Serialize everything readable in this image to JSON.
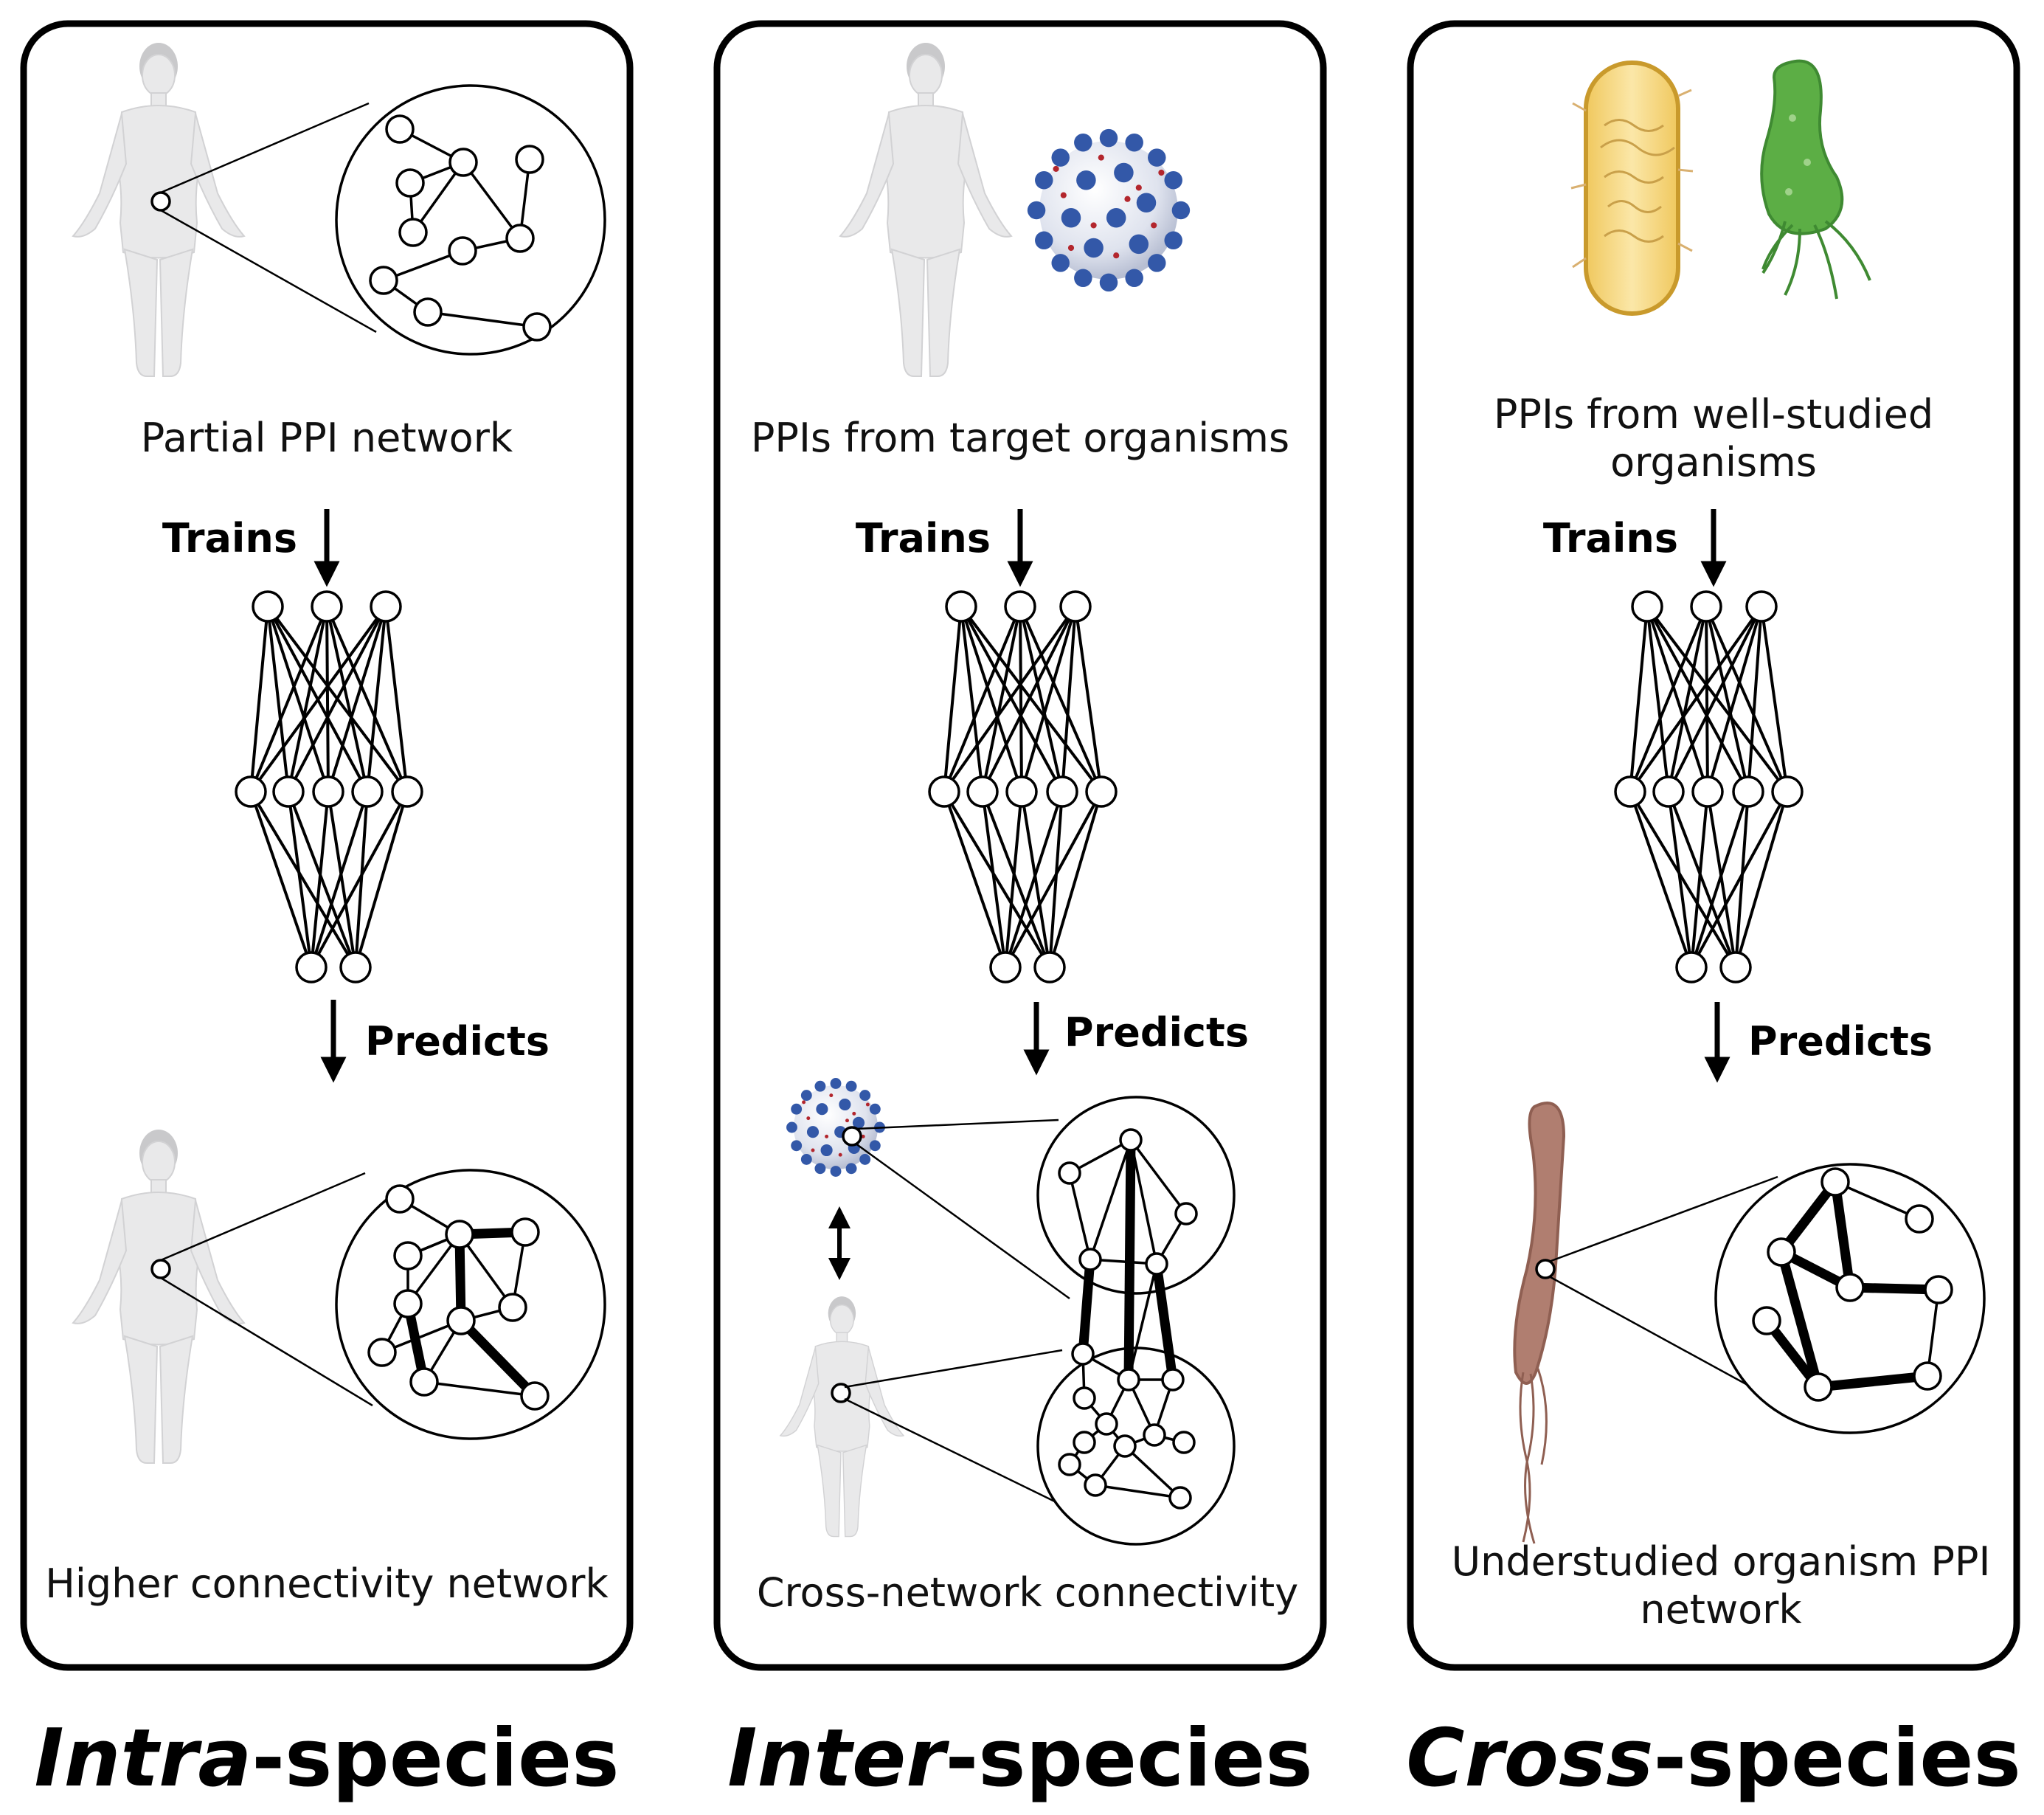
{
  "panels": [
    {
      "id": "intra",
      "top_caption": [
        "Partial PPI network"
      ],
      "trains_label": "Trains",
      "predicts_label": "Predicts",
      "bottom_caption": [
        "Higher connectivity network"
      ],
      "title_emph": "Intra",
      "title_rest": "-species"
    },
    {
      "id": "inter",
      "top_caption": [
        "PPIs from target organisms"
      ],
      "trains_label": "Trains",
      "predicts_label": "Predicts",
      "bottom_caption": [
        "Cross-network connectivity"
      ],
      "title_emph": "Inter",
      "title_rest": "-species"
    },
    {
      "id": "cross",
      "top_caption": [
        "PPIs from well-studied",
        "organisms"
      ],
      "trains_label": "Trains",
      "predicts_label": "Predicts",
      "bottom_caption": [
        "Understudied organism PPI",
        "network"
      ],
      "title_emph": "Cross",
      "title_rest": "-species"
    }
  ],
  "colors": {
    "virus_blue": "#3358a8",
    "virus_dot": "#b3262d",
    "rod_bacterium_fill": "#f5d784",
    "rod_bacterium_edge": "#c99a2c",
    "green_bacterium": "#5cae45",
    "brown_bacterium": "#b07e70",
    "human_silhouette": "#e9e9ea"
  }
}
